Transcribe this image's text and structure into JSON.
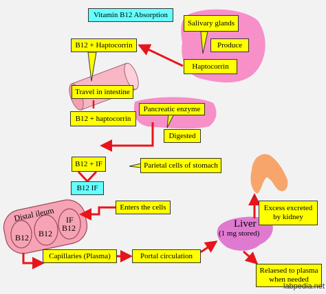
{
  "title": "Vitamin B12 Absorption",
  "labels": {
    "salivary_glands": "Salivary glands",
    "produce": "Produce",
    "haptocorrin": "Haptocorrin",
    "b12_plus_haptocorrin_1": "B12 + Haptocorrin",
    "travel_in_intestine": "Travel in intestine",
    "pancreatic_enzyme": "Pancreatic enzyme",
    "b12_plus_haptocorrin_2": "B12 + haptocorrin",
    "digested": "Digested",
    "b12_plus_if": "B12 + IF",
    "parietal_cells": "Parietal cells of stomach",
    "b12_if": "B12  IF",
    "enters_cells": "Enters the cells",
    "distal_ileum": "Distal ileum",
    "cell_b12_a": "B12",
    "cell_b12_b": "B12",
    "cell_if": "IF",
    "cell_b12_c": "B12",
    "capillaries": "Capillaries (Plasma)",
    "portal_circulation": "Portal circulation",
    "liver": "Liver",
    "liver_stored": "(1 mg stored)",
    "excess_excreted": "Excess excreted",
    "by_kidney": "by kidney",
    "released_to_plasma": "Relaesed to plasma",
    "when_needed": "when needed"
  },
  "watermark": "labpedia.net",
  "colors": {
    "box_yellow": "#ffff00",
    "box_cyan": "#66ffff",
    "arrow_red": "#e8141b",
    "blob_pink": "#f78fc8",
    "intestine_pink": "#f7b7c4",
    "ileum_pink": "#f5a3b5",
    "liver_purple": "#e07ad0",
    "kidney_orange": "#f7a56b"
  }
}
